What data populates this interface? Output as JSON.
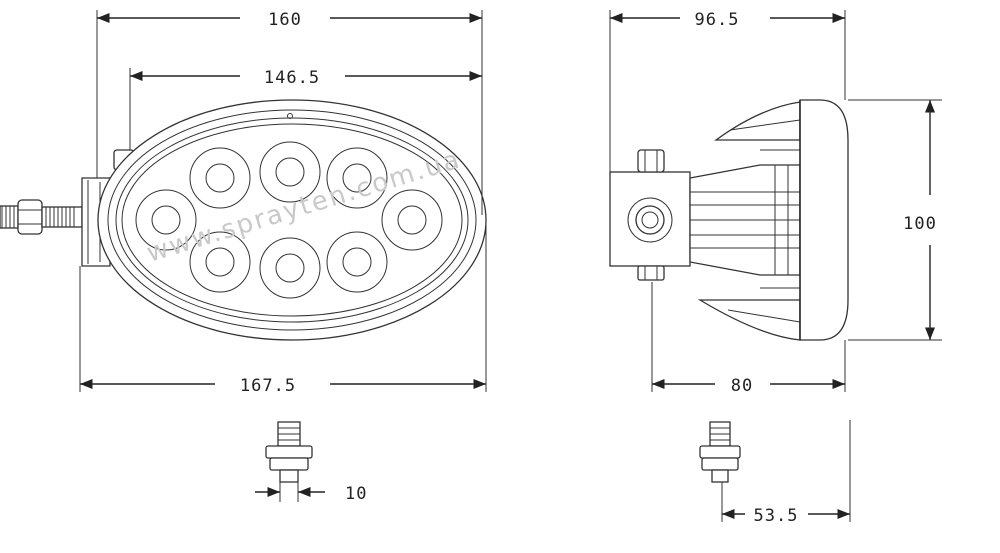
{
  "drawing": {
    "dimensions": {
      "width_top": "160",
      "width_inner": "146.5",
      "width_bottom": "167.5",
      "side_depth_top": "96.5",
      "side_depth_bottom": "80",
      "height": "100",
      "bolt_width": "10",
      "bolt_offset": "53.5"
    },
    "watermark": "www.sprayten.com.ua",
    "led_count": 8
  }
}
